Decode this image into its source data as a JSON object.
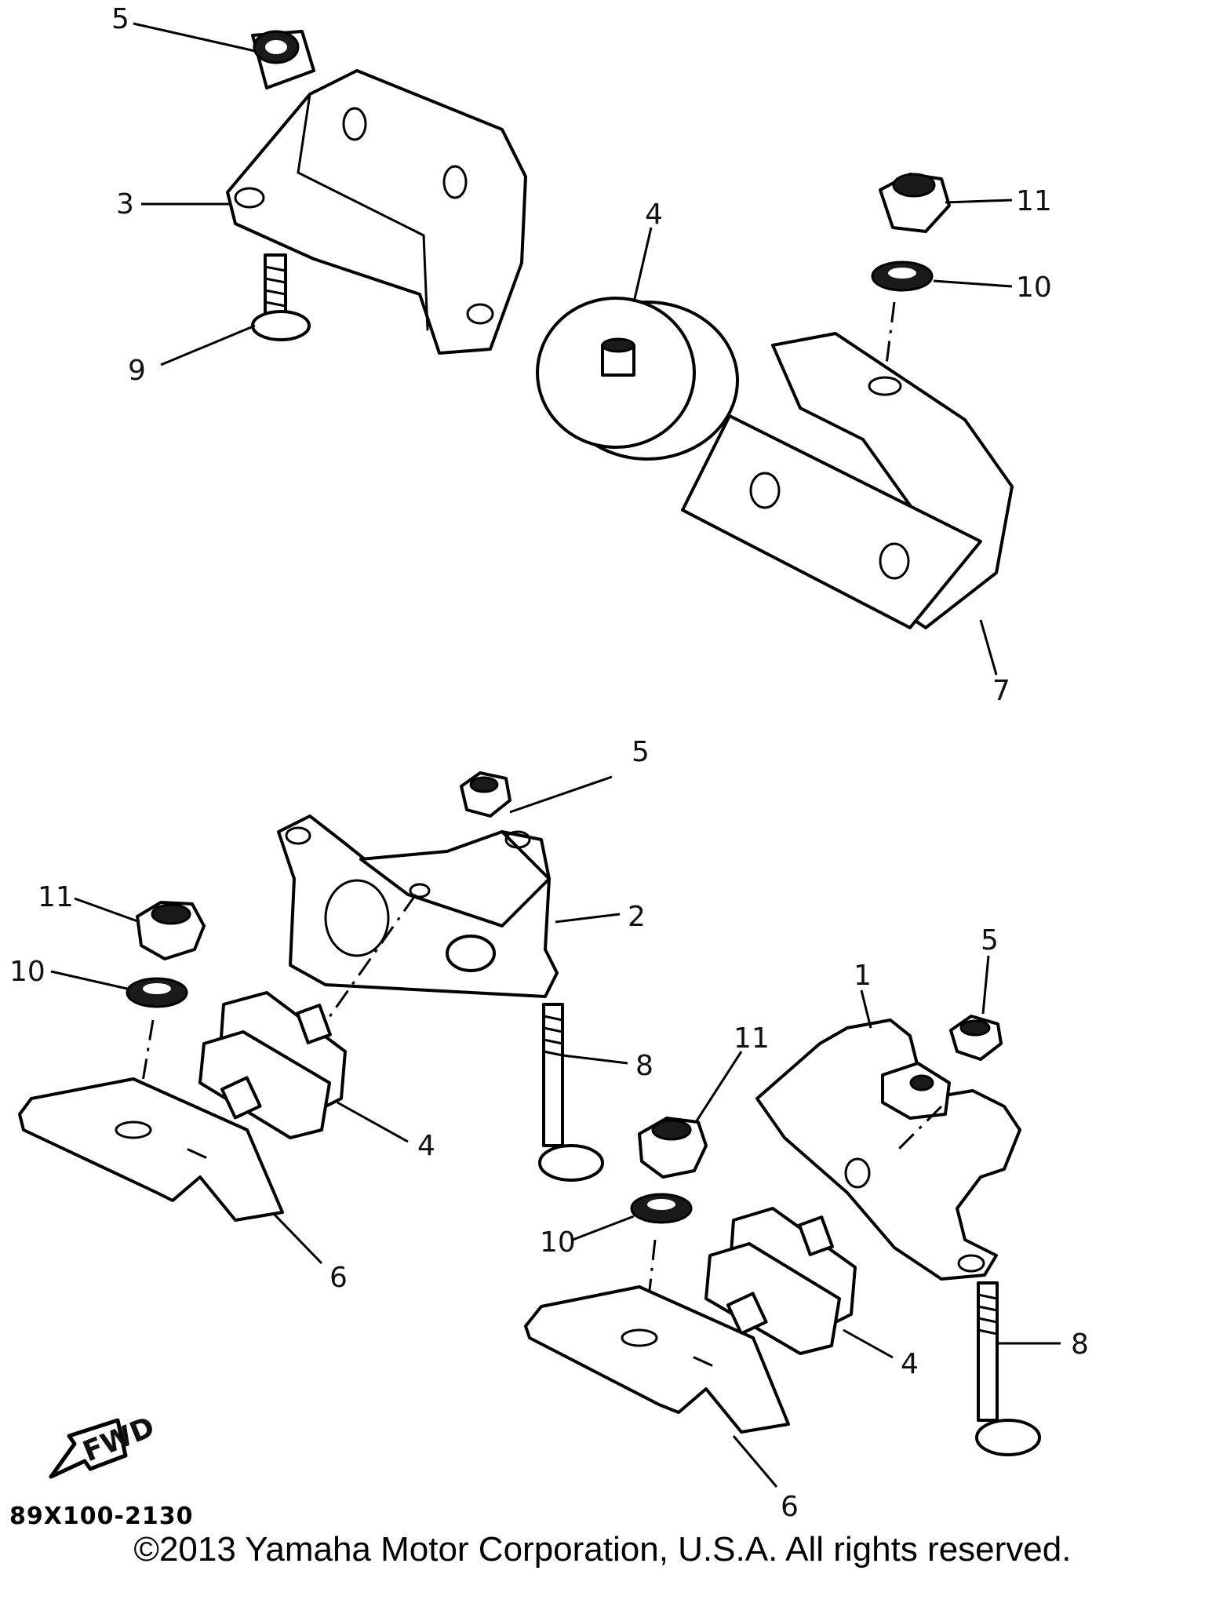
{
  "callouts": {
    "c5a": "5",
    "c3": "3",
    "c9": "9",
    "c4a": "4",
    "c11a": "11",
    "c10a": "10",
    "c7": "7",
    "c5b": "5",
    "c2": "2",
    "c11b": "11",
    "c10b": "10",
    "c4b": "4",
    "c6a": "6",
    "c8a": "8",
    "c1": "1",
    "c5c": "5",
    "c11c": "11",
    "c10c": "10",
    "c4c": "4",
    "c8b": "8",
    "c6b": "6"
  },
  "fwd_label": "FWD",
  "figure_code": "89X100-2130",
  "copyright": "©2013 Yamaha Motor Corporation, U.S.A. All rights reserved."
}
